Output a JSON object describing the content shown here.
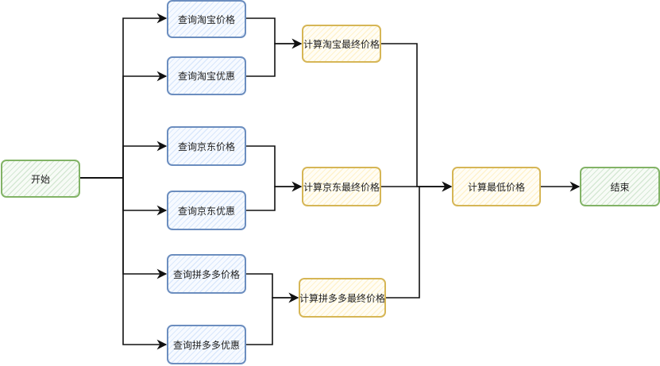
{
  "diagram": {
    "type": "flowchart",
    "nodes": {
      "start": {
        "label": "开始",
        "style": "green"
      },
      "taobao_price": {
        "label": "查询淘宝价格",
        "style": "blue"
      },
      "taobao_discount": {
        "label": "查询淘宝优惠",
        "style": "blue"
      },
      "jd_price": {
        "label": "查询京东价格",
        "style": "blue"
      },
      "jd_discount": {
        "label": "查询京东优惠",
        "style": "blue"
      },
      "pdd_price": {
        "label": "查询拼多多价格",
        "style": "blue"
      },
      "pdd_discount": {
        "label": "查询拼多多优惠",
        "style": "blue"
      },
      "taobao_final": {
        "label": "计算淘宝最终价格",
        "style": "yellow"
      },
      "jd_final": {
        "label": "计算京东最终价格",
        "style": "yellow"
      },
      "pdd_final": {
        "label": "计算拼多多最终价格",
        "style": "yellow"
      },
      "lowest": {
        "label": "计算最低价格",
        "style": "yellow"
      },
      "end": {
        "label": "结束",
        "style": "green"
      }
    },
    "edges": [
      [
        "start",
        "taobao_price"
      ],
      [
        "start",
        "taobao_discount"
      ],
      [
        "start",
        "jd_price"
      ],
      [
        "start",
        "jd_discount"
      ],
      [
        "start",
        "pdd_price"
      ],
      [
        "start",
        "pdd_discount"
      ],
      [
        "taobao_price",
        "taobao_final"
      ],
      [
        "taobao_discount",
        "taobao_final"
      ],
      [
        "jd_price",
        "jd_final"
      ],
      [
        "jd_discount",
        "jd_final"
      ],
      [
        "pdd_price",
        "pdd_final"
      ],
      [
        "pdd_discount",
        "pdd_final"
      ],
      [
        "taobao_final",
        "lowest"
      ],
      [
        "jd_final",
        "lowest"
      ],
      [
        "pdd_final",
        "lowest"
      ],
      [
        "lowest",
        "end"
      ]
    ],
    "colors": {
      "blue_stroke": "#6c8ebf",
      "blue_fill": "#dae8fc",
      "yellow_stroke": "#d6b656",
      "yellow_fill": "#fff2cc",
      "green_stroke": "#82b366",
      "green_fill": "#d5e8d4",
      "edge": "#000000"
    }
  }
}
